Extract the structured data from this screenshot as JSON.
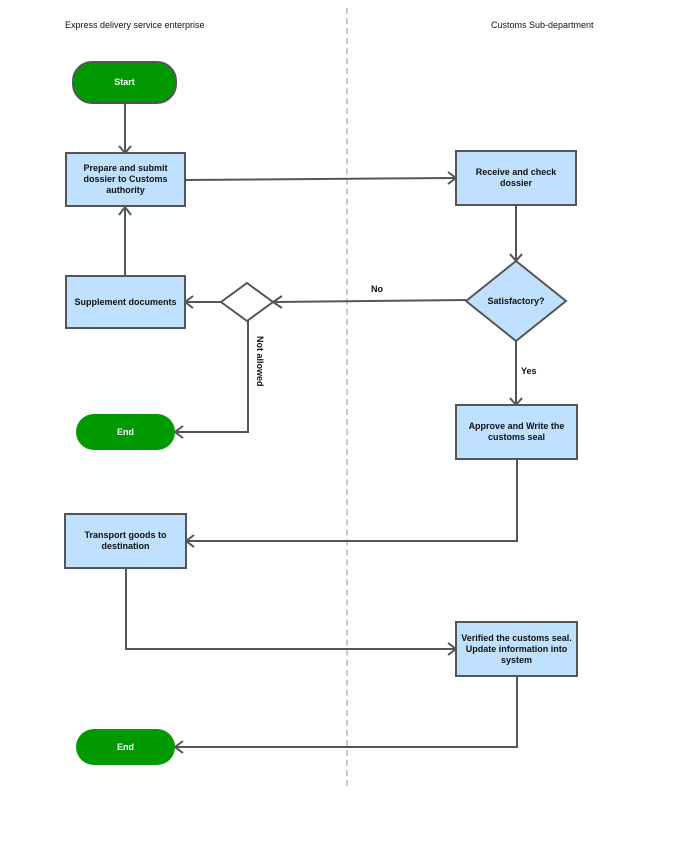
{
  "lanes": {
    "left_title": "Express delivery service enterprise",
    "right_title": "Customs Sub-department"
  },
  "nodes": {
    "start": "Start",
    "prepare": "Prepare and submit dossier to Customs authority",
    "receive": "Receive and check dossier",
    "satisfactory": "Satisfactory?",
    "supplement": "Supplement documents",
    "end1": "End",
    "approve": "Approve and Write the customs seal",
    "transport": "Transport goods to destination",
    "verify": "Verified the customs seal.\nUpdate information into system",
    "end2": "End"
  },
  "edges": {
    "no": "No",
    "yes": "Yes",
    "not_allowed": "Not allowed"
  },
  "colors": {
    "process_fill": "#bfe0ff",
    "terminal_fill": "#009900",
    "stroke": "#555555"
  }
}
